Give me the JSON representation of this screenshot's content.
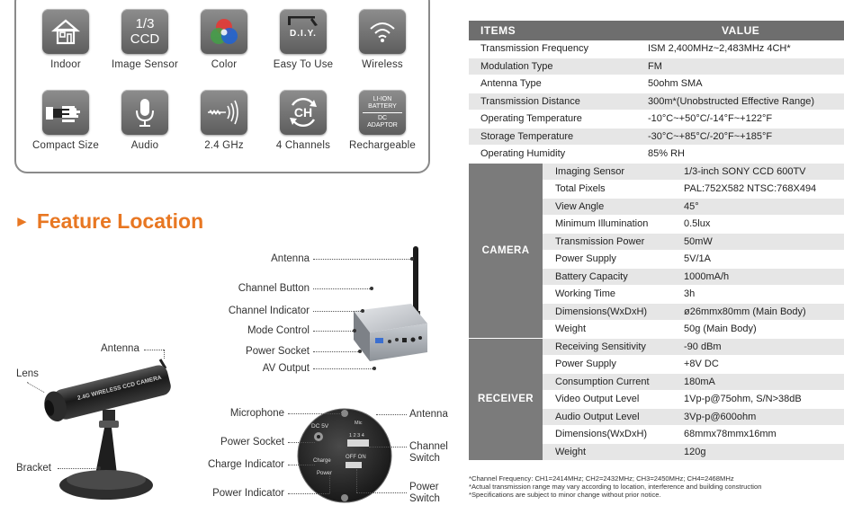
{
  "features": [
    {
      "label": "Indoor",
      "icon": "house-icon"
    },
    {
      "label": "Image Sensor",
      "icon": "sensor-icon",
      "icon_text_1": "1/3",
      "icon_text_2": "CCD"
    },
    {
      "label": "Color",
      "icon": "rgb-color-icon"
    },
    {
      "label": "Easy To Use",
      "icon": "diy-tool-icon",
      "icon_text": "D.I.Y."
    },
    {
      "label": "Wireless",
      "icon": "wifi-icon"
    },
    {
      "label": "Compact Size",
      "icon": "hand-holding-icon"
    },
    {
      "label": "Audio",
      "icon": "microphone-icon"
    },
    {
      "label": "2.4 GHz",
      "icon": "radio-wave-icon"
    },
    {
      "label": "4 Channels",
      "icon": "channel-icon",
      "icon_text": "CH"
    },
    {
      "label": "Rechargeable",
      "icon": "battery-adaptor-icon",
      "icon_text_1": "LI-ION BATTERY",
      "icon_text_2": "DC ADAPTOR"
    }
  ],
  "feature_location": {
    "heading": "Feature Location",
    "receiver_callouts": [
      "Antenna",
      "Channel Button",
      "Channel Indicator",
      "Mode Control",
      "Power Socket",
      "AV Output"
    ],
    "camera_callouts": {
      "antenna": "Antenna",
      "lens": "Lens",
      "bracket": "Bracket",
      "body_text": "2.4G WIRELESS CCD CAMERA"
    },
    "back_callouts_left": [
      "Microphone",
      "Power Socket",
      "Charge Indicator",
      "Power Indicator"
    ],
    "back_callouts_right": {
      "antenna": "Antenna",
      "channel_switch": "Channel\nSwitch",
      "power_switch": "Power\nSwitch"
    },
    "back_panel_text": {
      "dc": "DC 5V",
      "mic": "Mic",
      "ch": "1 2 3 4",
      "charge": "Charge",
      "power": "Power",
      "off_on": "OFF ON"
    }
  },
  "spec_table": {
    "header_items": "ITEMS",
    "header_value": "VALUE",
    "rows": [
      {
        "k": "Transmission Frequency",
        "v": "ISM 2,400MHz~2,483MHz  4CH*"
      },
      {
        "k": "Modulation Type",
        "v": "FM"
      },
      {
        "k": "Antenna Type",
        "v": "50ohm SMA"
      },
      {
        "k": "Transmission Distance",
        "v": "300m*(Unobstructed Effective Range)"
      },
      {
        "k": "Operating Temperature",
        "v": "-10°C~+50°C/-14°F~+122°F"
      },
      {
        "k": "Storage Temperature",
        "v": "-30°C~+85°C/-20°F~+185°F"
      },
      {
        "k": "Operating Humidity",
        "v": "85% RH"
      }
    ],
    "camera": {
      "label": "CAMERA",
      "rows": [
        {
          "k": "Imaging Sensor",
          "v": "1/3-inch SONY CCD 600TV"
        },
        {
          "k": "Total Pixels",
          "v": "PAL:752X582 NTSC:768X494"
        },
        {
          "k": "View Angle",
          "v": "45°"
        },
        {
          "k": "Minimum Illumination",
          "v": "0.5lux"
        },
        {
          "k": "Transmission Power",
          "v": "50mW"
        },
        {
          "k": "Power Supply",
          "v": "5V/1A"
        },
        {
          "k": "Battery  Capacity",
          "v": "1000mA/h"
        },
        {
          "k": "Working Time",
          "v": "3h"
        },
        {
          "k": "Dimensions(WxDxH)",
          "v": "ø26mmx80mm (Main Body)"
        },
        {
          "k": "Weight",
          "v": "50g (Main Body)"
        }
      ]
    },
    "receiver": {
      "label": "RECEIVER",
      "rows": [
        {
          "k": "Receiving Sensitivity",
          "v": "-90 dBm"
        },
        {
          "k": "Power Supply",
          "v": "+8V DC"
        },
        {
          "k": "Consumption Current",
          "v": "180mA"
        },
        {
          "k": "Video Output Level",
          "v": "1Vp-p@75ohm, S/N>38dB"
        },
        {
          "k": "Audio Output Level",
          "v": "3Vp-p@600ohm"
        },
        {
          "k": "Dimensions(WxDxH)",
          "v": "68mmx78mmx16mm"
        },
        {
          "k": "Weight",
          "v": "120g"
        }
      ]
    }
  },
  "footnotes": [
    "*Channel Frequency: CH1=2414MHz; CH2=2432MHz; CH3=2450MHz; CH4=2468MHz",
    "*Actual transmission range may vary according to location, interference and building construction",
    "*Specifications are subject to minor change without prior notice."
  ]
}
